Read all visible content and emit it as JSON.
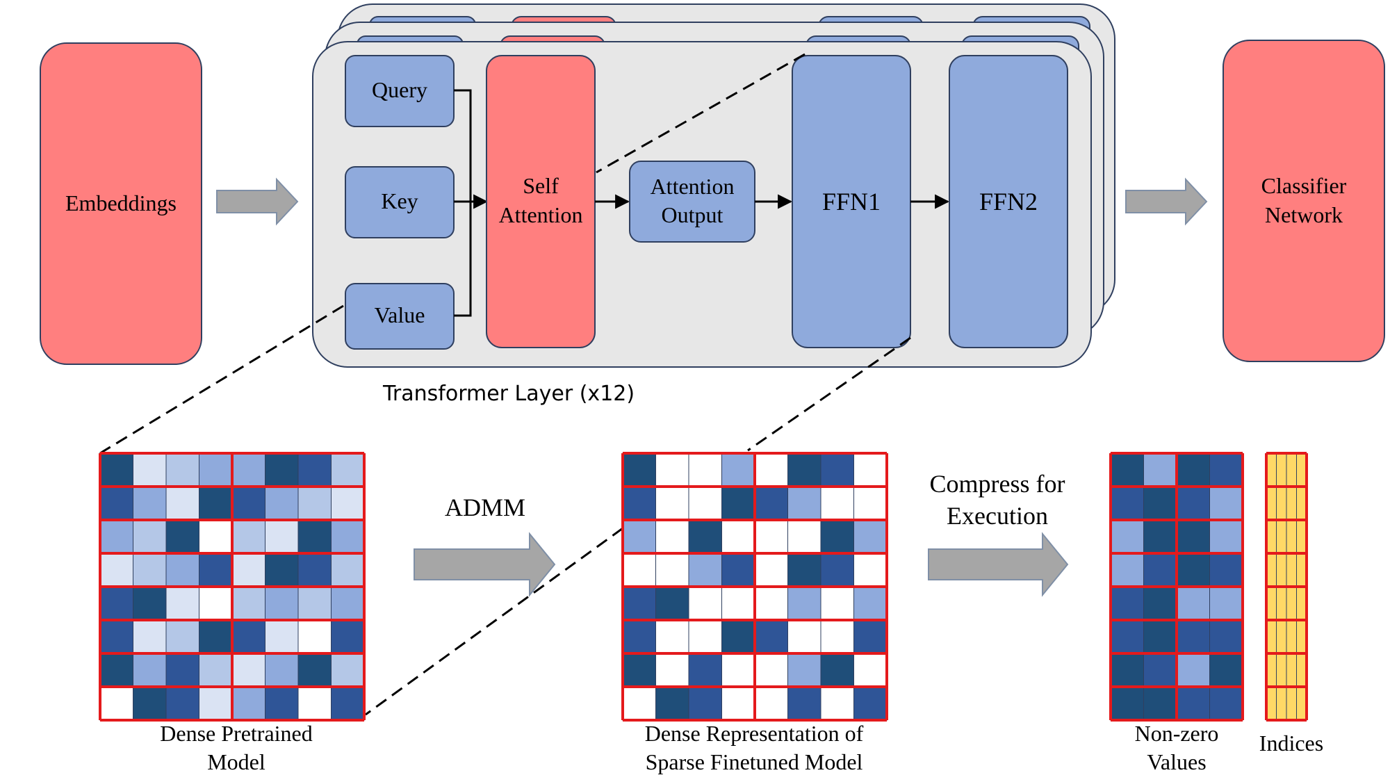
{
  "colors": {
    "salmon": "#FF7F7F",
    "blue_box": "#8FAADC",
    "panel": "#E7E7E7",
    "arrow_gray": "#A6A6A6",
    "cell_dark": "#1F4E79",
    "cell_mid": "#2F5597",
    "cell_light": "#8FAADC",
    "cell_pale": "#B4C7E7",
    "cell_faint": "#DAE3F3",
    "grid_red": "#E41A1C",
    "index_yellow": "#FFD966"
  },
  "top": {
    "embeddings": "Embeddings",
    "query": "Query",
    "key": "Key",
    "value": "Value",
    "self_attention": [
      "Self",
      "Attention"
    ],
    "attention_output": [
      "Attention",
      "Output"
    ],
    "ffn1": "FFN1",
    "ffn2": "FFN2",
    "classifier": [
      "Classifier",
      "Network"
    ],
    "layer_caption": "Transformer Layer (x12)"
  },
  "bottom": {
    "dense_caption": [
      "Dense Pretrained",
      "Model"
    ],
    "admm": "ADMM",
    "sparse_caption": [
      "Dense Representation of",
      "Sparse Finetuned Model"
    ],
    "compress": [
      "Compress for",
      "Execution"
    ],
    "nonzero_caption": [
      "Non-zero",
      "Values"
    ],
    "indices_caption": "Indices"
  },
  "matrices": {
    "dense": [
      [
        0,
        4,
        3,
        2,
        2,
        0,
        1,
        3
      ],
      [
        1,
        2,
        4,
        0,
        1,
        2,
        3,
        4
      ],
      [
        2,
        3,
        0,
        5,
        3,
        4,
        0,
        2
      ],
      [
        4,
        3,
        2,
        1,
        4,
        0,
        1,
        3
      ],
      [
        1,
        0,
        4,
        5,
        3,
        2,
        3,
        2
      ],
      [
        1,
        4,
        3,
        0,
        1,
        4,
        5,
        1
      ],
      [
        0,
        2,
        1,
        3,
        4,
        2,
        0,
        3
      ],
      [
        5,
        0,
        1,
        4,
        2,
        1,
        5,
        1
      ]
    ],
    "sparse": [
      [
        0,
        5,
        5,
        2,
        5,
        0,
        1,
        5
      ],
      [
        1,
        5,
        5,
        0,
        1,
        2,
        5,
        5
      ],
      [
        2,
        5,
        0,
        5,
        5,
        5,
        0,
        2
      ],
      [
        5,
        5,
        2,
        1,
        5,
        0,
        1,
        5
      ],
      [
        1,
        0,
        5,
        5,
        5,
        2,
        5,
        2
      ],
      [
        1,
        5,
        5,
        0,
        1,
        5,
        5,
        1
      ],
      [
        0,
        5,
        1,
        5,
        5,
        2,
        0,
        5
      ],
      [
        5,
        0,
        1,
        5,
        5,
        1,
        5,
        1
      ]
    ],
    "nonzero": [
      [
        0,
        2,
        0,
        1
      ],
      [
        1,
        0,
        1,
        2
      ],
      [
        2,
        0,
        0,
        2
      ],
      [
        2,
        1,
        0,
        1
      ],
      [
        1,
        0,
        2,
        2
      ],
      [
        1,
        0,
        1,
        1
      ],
      [
        0,
        1,
        2,
        0
      ],
      [
        0,
        0,
        1,
        1
      ]
    ]
  }
}
